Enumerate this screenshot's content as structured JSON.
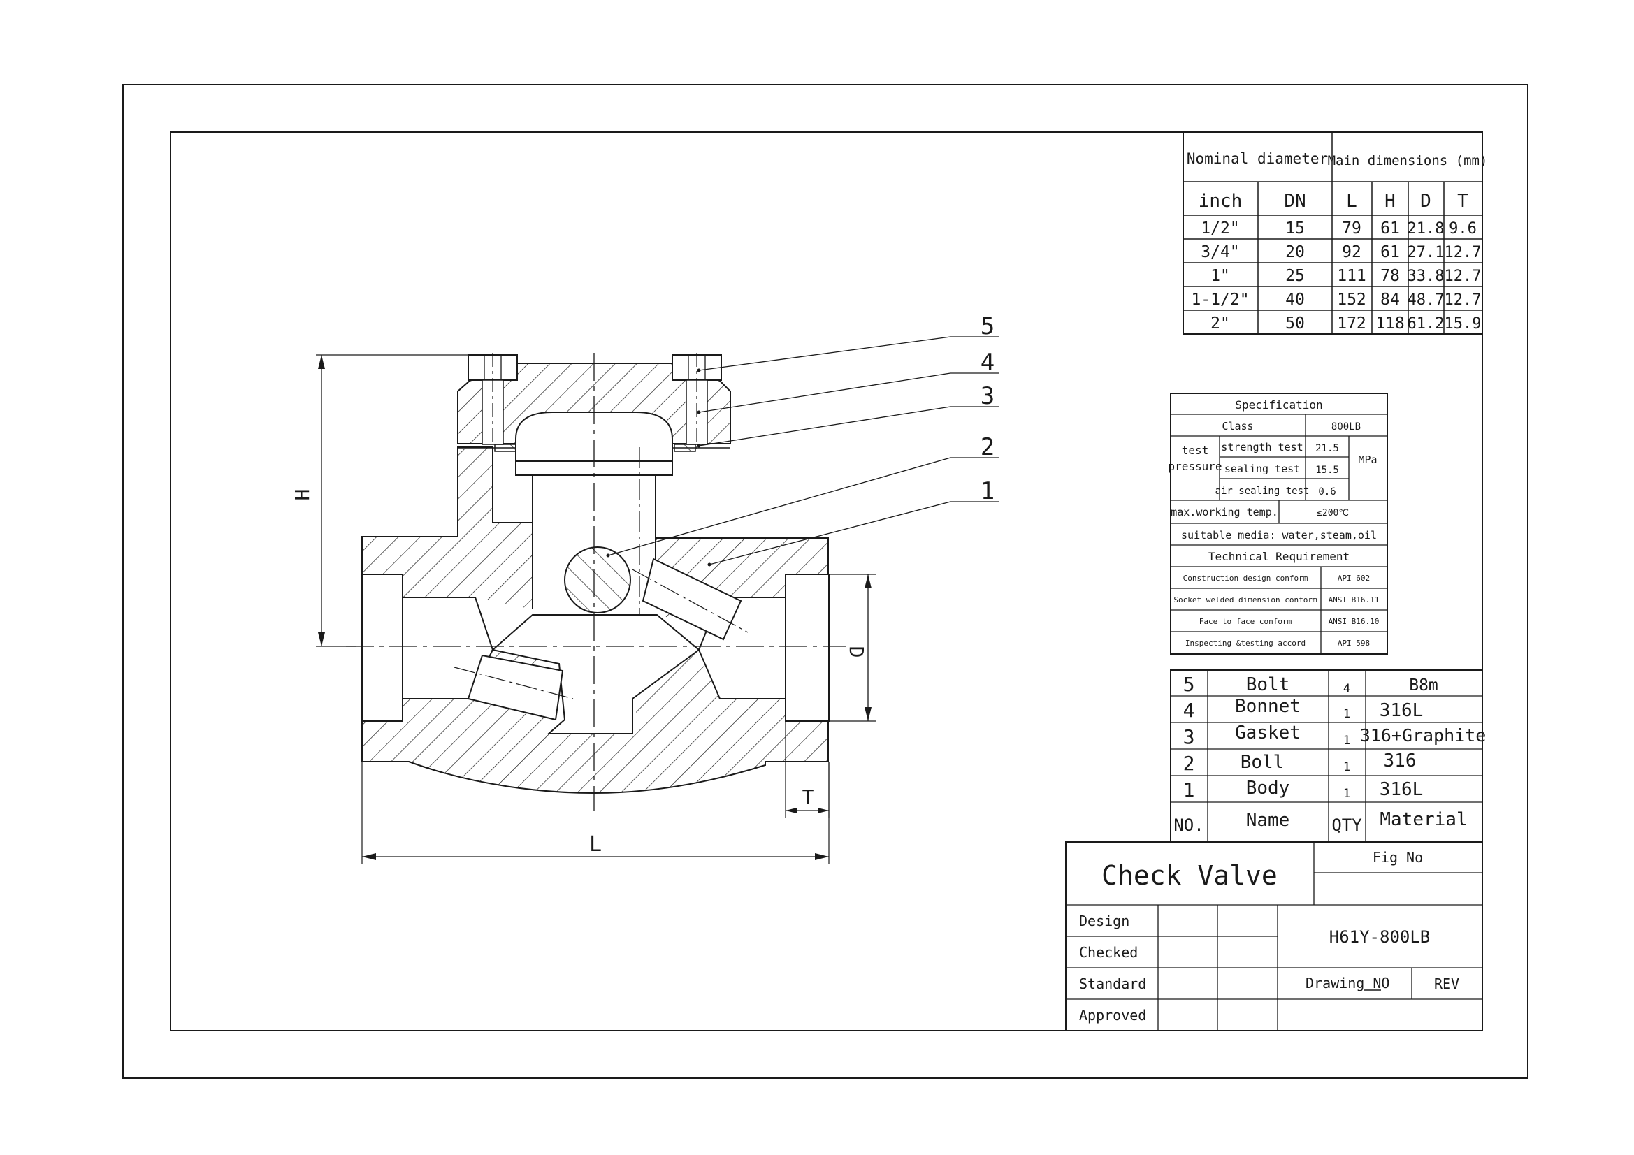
{
  "dimension_table": {
    "header_left": "Nominal diameter",
    "header_right": "Main dimensions (mm)",
    "columns": [
      "inch",
      "DN",
      "L",
      "H",
      "D",
      "T"
    ],
    "rows": [
      [
        "1/2\"",
        "15",
        "79",
        "61",
        "21.8",
        "9.6"
      ],
      [
        "3/4\"",
        "20",
        "92",
        "61",
        "27.1",
        "12.7"
      ],
      [
        "1\"",
        "25",
        "111",
        "78",
        "33.8",
        "12.7"
      ],
      [
        "1-1/2\"",
        "40",
        "152",
        "84",
        "48.7",
        "12.7"
      ],
      [
        "2\"",
        "50",
        "172",
        "118",
        "61.2",
        "15.9"
      ]
    ]
  },
  "specification": {
    "title": "Specification",
    "class_label": "Class",
    "class_value": "800LB",
    "test_label_1": "test",
    "test_label_2": "pressure",
    "tests": [
      {
        "name": "strength test",
        "value": "21.5"
      },
      {
        "name": "sealing test",
        "value": "15.5"
      },
      {
        "name": "air sealing test",
        "value": "0.6"
      }
    ],
    "unit": "MPa",
    "max_temp_label": "max.working temp.",
    "max_temp_value": "≤200℃",
    "media": "suitable media: water,steam,oil",
    "tech_req_title": "Technical Requirement",
    "requirements": [
      {
        "name": "Construction design conform",
        "value": "API 602"
      },
      {
        "name": "Socket welded dimension conform",
        "value": "ANSI B16.11"
      },
      {
        "name": "Face to face conform",
        "value": "ANSI B16.10"
      },
      {
        "name": "Inspecting &testing accord",
        "value": "API 598"
      }
    ]
  },
  "parts_list": {
    "rows": [
      {
        "no": "5",
        "name": "Bolt",
        "qty": "4",
        "material": "B8m"
      },
      {
        "no": "4",
        "name": "Bonnet",
        "qty": "1",
        "material": "316L"
      },
      {
        "no": "3",
        "name": "Gasket",
        "qty": "1",
        "material": "316+Graphite"
      },
      {
        "no": "2",
        "name": "Boll",
        "qty": "1",
        "material": "316"
      },
      {
        "no": "1",
        "name": "Body",
        "qty": "1",
        "material": "316L"
      }
    ],
    "header": {
      "no": "NO.",
      "name": "Name",
      "qty": "QTY",
      "material": "Material"
    }
  },
  "title_block": {
    "title": "Check Valve",
    "fig_no_label": "Fig No",
    "model": "H61Y-800LB",
    "design": "Design",
    "checked": "Checked",
    "standard": "Standard",
    "approved": "Approved",
    "drawing_no": "Drawing NO",
    "rev": "REV"
  },
  "drawing": {
    "balloons": [
      "5",
      "4",
      "3",
      "2",
      "1"
    ],
    "dim_H": "H",
    "dim_D": "D",
    "dim_L": "L",
    "dim_T": "T"
  }
}
